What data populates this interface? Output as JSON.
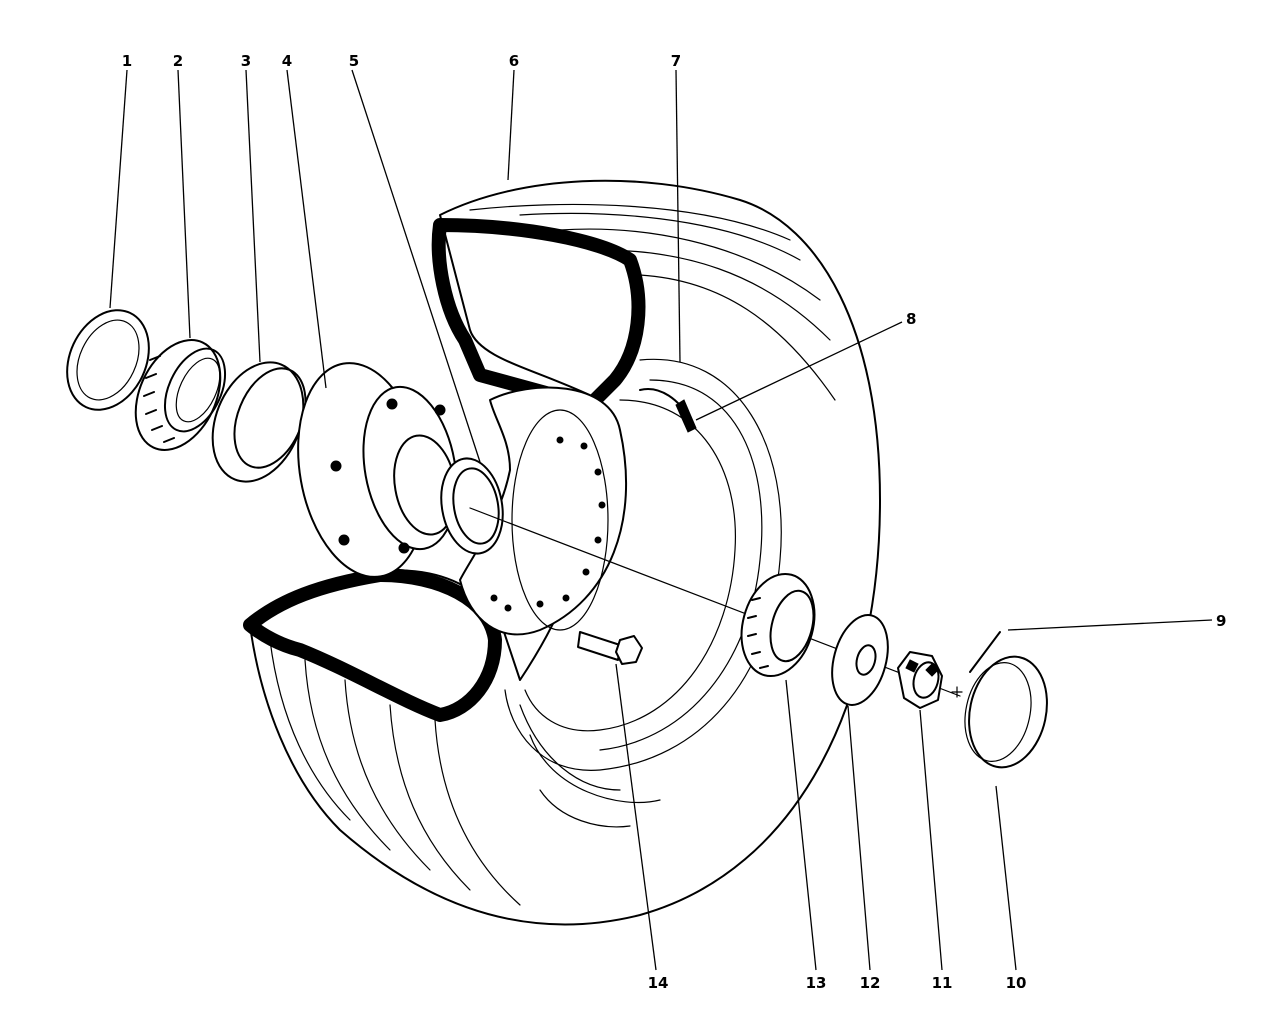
{
  "parts": [
    {
      "id": "seal",
      "label": "1"
    },
    {
      "id": "inner-bearing-cone",
      "label": "2"
    },
    {
      "id": "inner-bearing-cup",
      "label": "3"
    },
    {
      "id": "hub",
      "label": "4"
    },
    {
      "id": "outer-bearing-cup",
      "label": "5"
    },
    {
      "id": "tire",
      "label": "6"
    },
    {
      "id": "wheel",
      "label": "7"
    },
    {
      "id": "valve-stem",
      "label": "8"
    },
    {
      "id": "cotter-pin",
      "label": "9"
    },
    {
      "id": "hub-cap",
      "label": "10"
    },
    {
      "id": "castle-nut",
      "label": "11"
    },
    {
      "id": "washer",
      "label": "12"
    },
    {
      "id": "outer-bearing-cone",
      "label": "13"
    },
    {
      "id": "wheel-bolt",
      "label": "14"
    }
  ],
  "colors": {
    "ink": "#000000",
    "paper": "#ffffff"
  }
}
